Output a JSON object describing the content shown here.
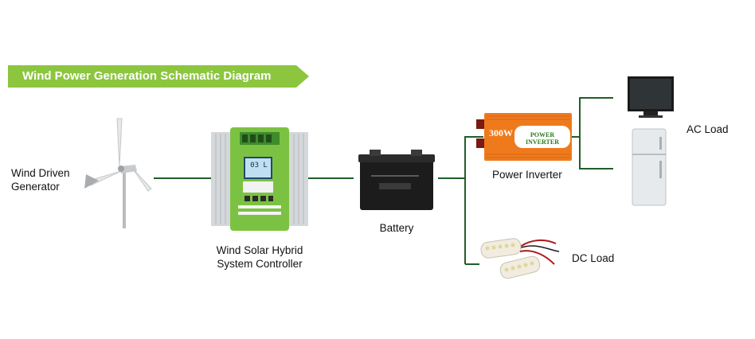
{
  "banner": {
    "title": "Wind Power Generation Schematic Diagram"
  },
  "nodes": {
    "generator": {
      "label_line1": "Wind Driven",
      "label_line2": "Generator"
    },
    "controller": {
      "label_line1": "Wind Solar Hybrid",
      "label_line2": "System Controller",
      "screen_text": "03 L"
    },
    "battery": {
      "label": "Battery"
    },
    "inverter": {
      "label": "Power Inverter",
      "wattage": "300W",
      "brand": "POWER INVERTER"
    },
    "ac_load": {
      "label": "AC Load"
    },
    "dc_load": {
      "label": "DC Load"
    }
  },
  "colors": {
    "banner_green": "#8cc63f",
    "wire_green": "#1f5e2a",
    "controller_green": "#7cc242",
    "inverter_orange": "#ee7a1c"
  }
}
